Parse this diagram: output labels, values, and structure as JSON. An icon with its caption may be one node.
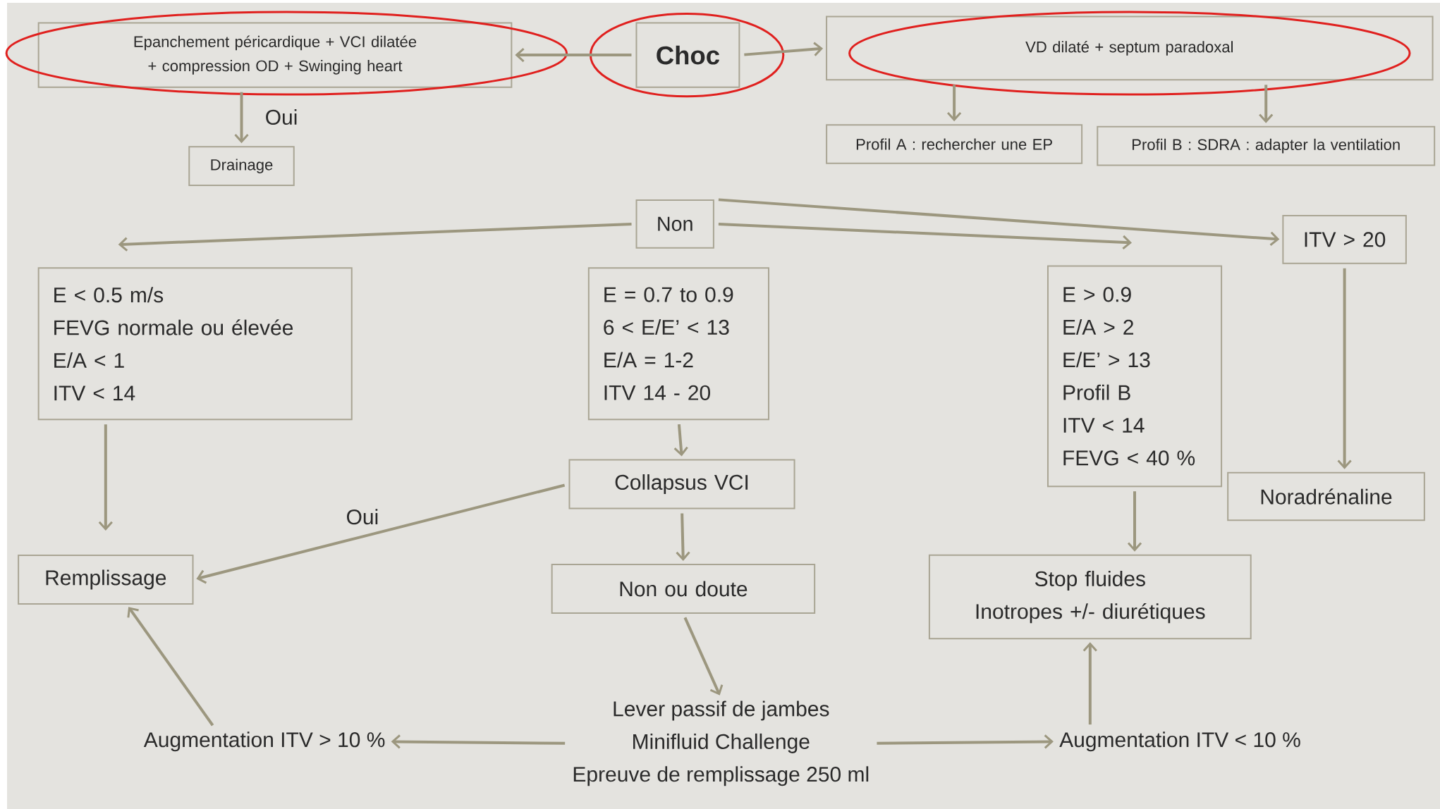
{
  "diagram": {
    "nodes": [
      {
        "text": [
          "Epanchement péricardique + VCI dilatée + compression OD + Swinging heart"
        ]
      },
      {
        "text": [
          "Choc"
        ]
      },
      {
        "text": [
          "VD dilaté + septum paradoxal"
        ]
      },
      {
        "text": [
          "Drainage"
        ]
      },
      {
        "text": [
          "Profil A : rechercher une EP"
        ]
      },
      {
        "text": [
          "Profil B : SDRA : adapter la ventilation"
        ]
      },
      {
        "text": [
          "Non"
        ]
      },
      {
        "text": [
          "E < 0.5 m/s",
          "FEVG normale ou élevée",
          "E/A < 1",
          "ITV < 14"
        ]
      },
      {
        "text": [
          "E = 0.7 to 0.9",
          "6 < E/E’ < 13",
          "E/A = 1-2",
          "ITV 14 - 20"
        ]
      },
      {
        "text": [
          "E > 0.9",
          "E/A > 2",
          "E/E’ > 13",
          "Profil B",
          "ITV < 14",
          "FEVG < 40 %"
        ]
      },
      {
        "text": [
          "ITV > 20"
        ]
      },
      {
        "text": [
          "Collapsus VCI"
        ]
      },
      {
        "text": [
          "Noradrénaline"
        ]
      },
      {
        "text": [
          "Remplissage"
        ]
      },
      {
        "text": [
          "Non ou doute"
        ]
      },
      {
        "text": [
          "Stop fluides",
          "Inotropes +/- diurétiques"
        ]
      },
      {
        "text": [
          "Lever passif de jambes",
          "Minifluid Challenge",
          "Epreuve de remplissage 250 ml"
        ]
      },
      {
        "text": [
          "Augmentation ITV > 10 %"
        ]
      },
      {
        "text": [
          "Augmentation ITV < 10 %"
        ]
      }
    ],
    "edges": [
      {
        "from": 1,
        "to": 0,
        "arrow": "to"
      },
      {
        "from": 1,
        "to": 2,
        "arrow": "to"
      },
      {
        "from": 0,
        "to": 3,
        "arrow": "to",
        "label": "Oui"
      },
      {
        "from": 2,
        "to": 4,
        "arrow": "to"
      },
      {
        "from": 2,
        "to": 5,
        "arrow": "to"
      },
      {
        "from": 6,
        "to": 7,
        "arrow": "to"
      },
      {
        "from": 6,
        "to": 9,
        "arrow": "to"
      },
      {
        "from": 6,
        "to": 10,
        "arrow": "to"
      },
      {
        "from": 7,
        "to": 13,
        "arrow": "to"
      },
      {
        "from": 8,
        "to": 11,
        "arrow": "to"
      },
      {
        "from": 11,
        "to": 13,
        "arrow": "to",
        "label": "Oui"
      },
      {
        "from": 11,
        "to": 14,
        "arrow": "to"
      },
      {
        "from": 10,
        "to": 12,
        "arrow": "to"
      },
      {
        "from": 9,
        "to": 15,
        "arrow": "to"
      },
      {
        "from": 14,
        "to": 16,
        "arrow": "to"
      },
      {
        "from": 16,
        "to": 17,
        "arrow": "to"
      },
      {
        "from": 16,
        "to": 18,
        "arrow": "to"
      },
      {
        "from": 17,
        "to": 13,
        "arrow": "to"
      },
      {
        "from": 18,
        "to": 15,
        "arrow": "to"
      }
    ]
  }
}
